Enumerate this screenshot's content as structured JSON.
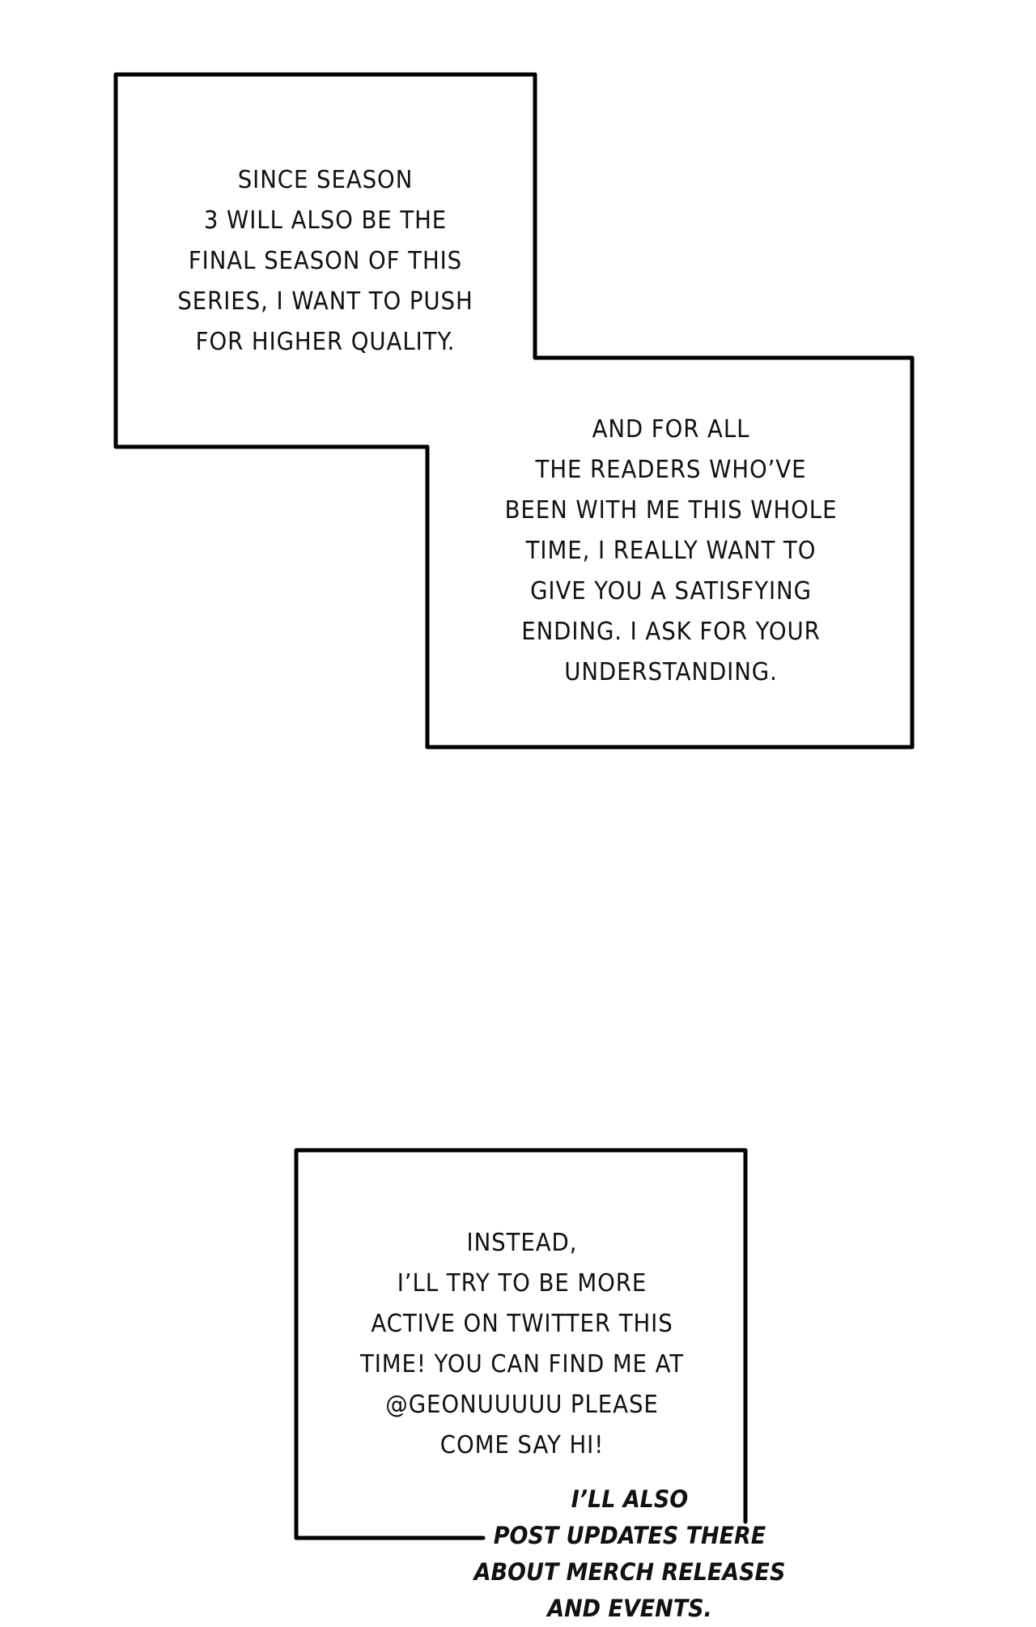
{
  "page": {
    "background": "#ffffff",
    "ink": "#111111"
  },
  "panels": [
    {
      "id": "panel-1",
      "lines": [
        "SINCE SEASON",
        "3 WILL ALSO BE THE",
        "FINAL SEASON OF THIS",
        "SERIES, I WANT TO PUSH",
        "FOR HIGHER QUALITY."
      ]
    },
    {
      "id": "panel-2",
      "lines": [
        "AND FOR ALL",
        "THE READERS WHO’VE",
        "BEEN WITH ME THIS WHOLE",
        "TIME, I REALLY WANT TO",
        "GIVE YOU A SATISFYING",
        "ENDING. I ASK FOR YOUR",
        "UNDERSTANDING."
      ]
    },
    {
      "id": "panel-3",
      "lines": [
        "INSTEAD,",
        "I’LL TRY TO BE MORE",
        "ACTIVE ON TWITTER THIS",
        "TIME! YOU CAN FIND ME AT",
        "@GEONUUUUU PLEASE",
        "COME SAY HI!"
      ]
    }
  ],
  "aside_note": {
    "lines": [
      "I’LL ALSO",
      "POST UPDATES THERE",
      "ABOUT MERCH RELEASES",
      "AND EVENTS."
    ]
  }
}
